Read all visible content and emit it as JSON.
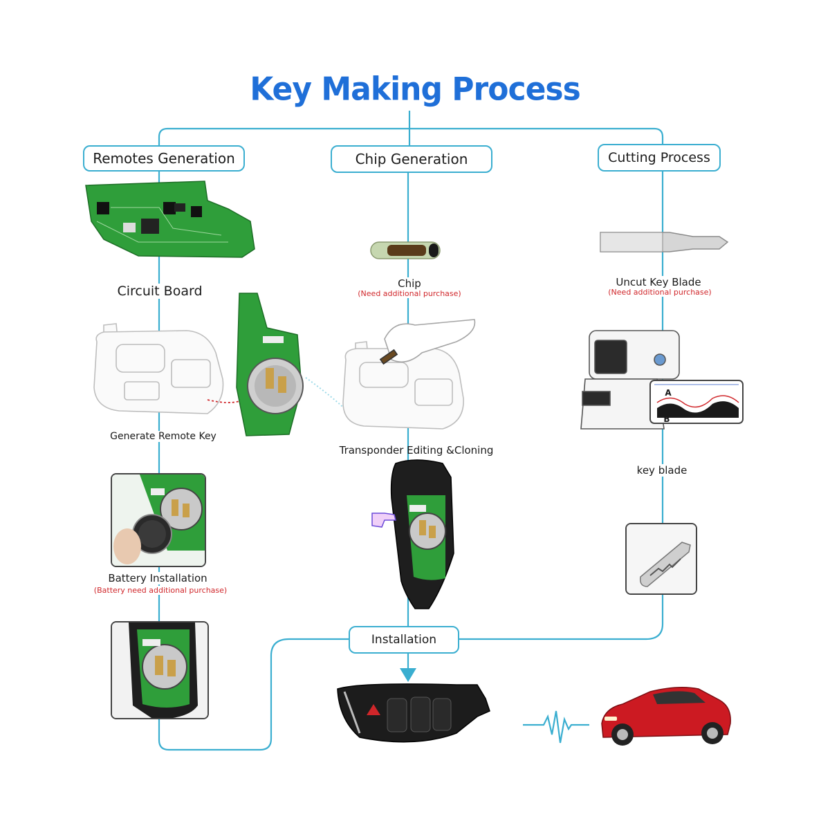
{
  "title": "Key Making Process",
  "colors": {
    "title": "#1f6fd8",
    "connector": "#3aaed0",
    "note": "#d0262a",
    "pcb": "#2f9e3a",
    "car": "#cc1a22"
  },
  "branches": {
    "remotes": "Remotes Generation",
    "chip": "Chip Generation",
    "cutting": "Cutting Process"
  },
  "steps": {
    "circuit_board": "Circuit Board",
    "generate_remote": "Generate Remote Key",
    "battery": "Battery Installation",
    "battery_note": "(Battery need additional purchase)",
    "chip": "Chip",
    "chip_note": "(Need additional purchase)",
    "transponder": "Transponder Editing &Cloning",
    "uncut_blade": "Uncut Key  Blade",
    "uncut_note": "(Need additional purchase)",
    "key_blade": "key blade",
    "installation": "Installation"
  },
  "cutter_marks": {
    "a": "A",
    "b": "B"
  },
  "icons": [
    "circuit-board-image",
    "chip-image",
    "uncut-blade-image",
    "key-programmer-image",
    "key-cutting-machine-image",
    "battery-photo",
    "flip-key-open-image",
    "finished-flip-key-image",
    "red-car-image",
    "signal-wave-icon",
    "pointing-hand-icon"
  ]
}
